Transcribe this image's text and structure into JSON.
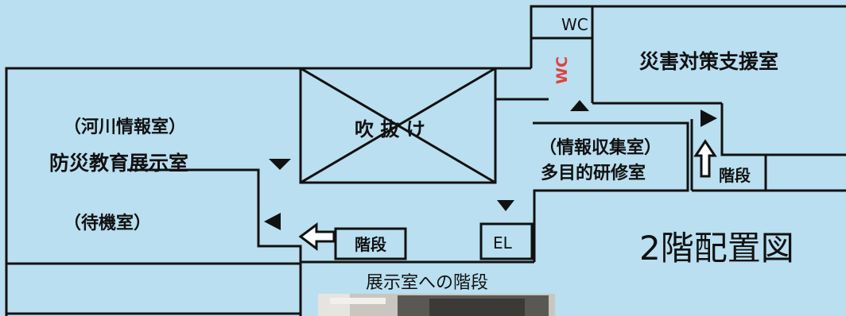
{
  "labels": {
    "wc_top": "WC",
    "wc_vertical": "WC",
    "disaster_room": "災害対策支援室",
    "river_info_room": "（河川情報室）",
    "atrium": "吹 抜 け",
    "info_collection_room": "（情報収集室）",
    "multipurpose_room": "多目的研修室",
    "disaster_education_room": "防災教育展示室",
    "stairs_right": "階段",
    "waiting_room": "（待機室）",
    "stairs_left": "階段",
    "elevator": "EL",
    "floor_plan_title": "2階配置図",
    "stairs_to_exhibit": "展示室への階段"
  },
  "colors": {
    "background": "#b9dff0",
    "line": "#111111",
    "wc_red": "#e0413f"
  },
  "icons": {
    "direction_markers": "black triangles",
    "stair_arrows": "outlined arrows"
  }
}
